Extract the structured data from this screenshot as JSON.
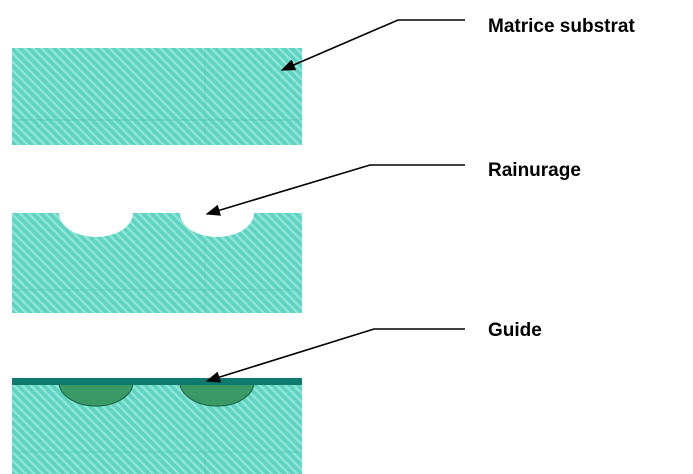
{
  "labels": {
    "substrate": "Matrice substrat",
    "groove": "Rainurage",
    "guide": "Guide"
  },
  "colors": {
    "substrate_base": "#5fd3c2",
    "substrate_hatch": "#8fe6d8",
    "guide_fill": "#3a9a66",
    "guide_outline": "#1f6b47",
    "guide_layer": "#0e7a6e",
    "leader": "#000000",
    "background": "#ffffff"
  }
}
